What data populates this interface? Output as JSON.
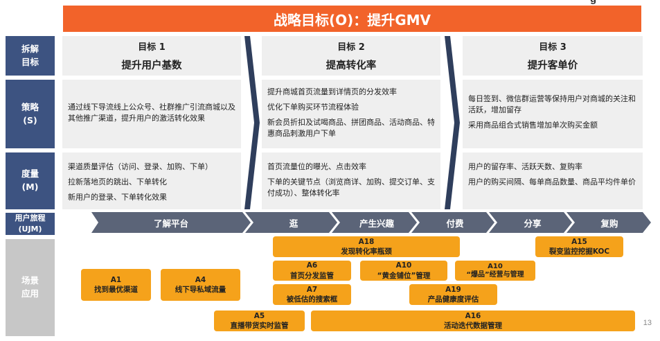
{
  "header": {
    "title": "战略目标(O)：提升GMV",
    "logo_fragment": "g",
    "page_number": "13"
  },
  "row_labels": {
    "goal": "拆解\n目标",
    "strategy": "策略\n(S)",
    "metric": "度量\n(M)",
    "journey": "用户旅程\n(UJM)",
    "scene": "场景\n应用"
  },
  "goals": [
    {
      "num": "目标 1",
      "name": "提升用户基数"
    },
    {
      "num": "目标 2",
      "name": "提高转化率"
    },
    {
      "num": "目标 3",
      "name": "提升客单价"
    }
  ],
  "strategies": [
    [
      "通过线下导流线上公众号、社群推广引流商城以及其他推广渠道，提升用户的激活转化效果"
    ],
    [
      "提升商城首页流量到详情页的分发效率",
      "优化下单购买环节流程体验",
      "新会员折扣及试喝商品、拼团商品、活动商品、特惠商品刺激用户下单"
    ],
    [
      "每日签到、微信群运营等保持用户对商城的关注和活跃，增加留存",
      "采用商品组合式销售增加单次购买金额"
    ]
  ],
  "metrics": [
    [
      "渠道质量评估（访问、登录、加购、下单）",
      "拉新落地页的跳出、下单转化",
      "新用户的登录、下单转化效果"
    ],
    [
      "首页流量位的曝光、点击效率",
      "下单的关键节点（浏览商详、加购、提交订单、支付成功）、整体转化率"
    ],
    [
      "用户的留存率、活跃天数、复购率",
      "用户的购买间隔、每单商品数量、商品平均件单价"
    ]
  ],
  "journey": [
    "了解平台",
    "逛",
    "产生兴趣",
    "付费",
    "分享",
    "复购"
  ],
  "scenes": {
    "a1": {
      "id": "A1",
      "name": "找到最优渠道"
    },
    "a4": {
      "id": "A4",
      "name": "线下导私域流量"
    },
    "a5": {
      "id": "A5",
      "name": "直播带货实时监管"
    },
    "a6": {
      "id": "A6",
      "name": "首页分发监管"
    },
    "a7": {
      "id": "A7",
      "name": "被低估的搜索框"
    },
    "a10a": {
      "id": "A10",
      "name": "“黄金铺位”管理"
    },
    "a10b": {
      "id": "A10",
      "name": "“爆品”经营与管理"
    },
    "a15": {
      "id": "A15",
      "name": "裂变监控挖掘KOC"
    },
    "a16": {
      "id": "A16",
      "name": "活动迭代数据管理"
    },
    "a18": {
      "id": "A18",
      "name": "发现转化率瓶颈"
    },
    "a19": {
      "id": "A19",
      "name": "产品健康度评估"
    }
  },
  "colors": {
    "title_bar": "#f2632a",
    "label_bg": "#3d5381",
    "scene_label_bg": "#c7c7c7",
    "cell_bg": "#efefef",
    "journey_arrow": "#5b6478",
    "scene_box": "#f5a21b"
  }
}
